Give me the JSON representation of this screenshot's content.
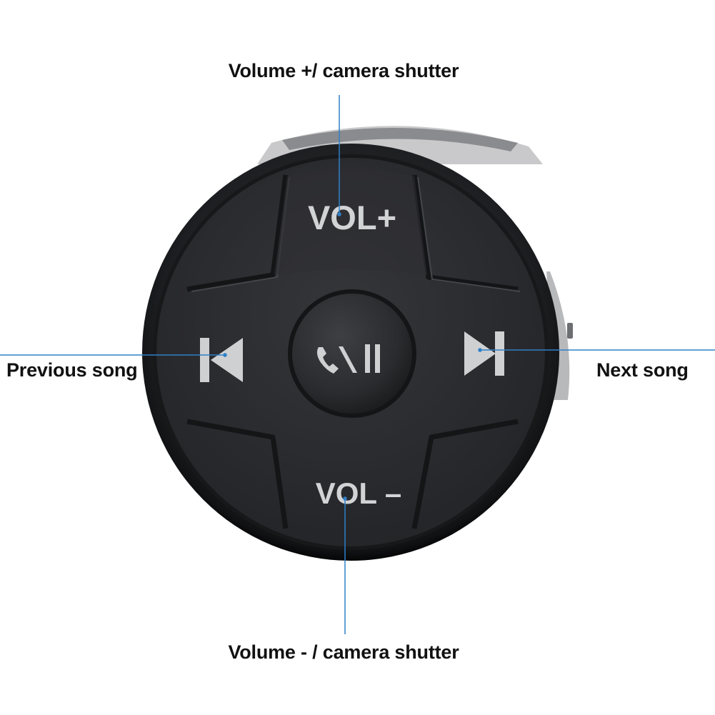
{
  "callouts": {
    "top": "Volume +/ camera shutter",
    "left": "Previous song",
    "right": "Next song",
    "bottom": "Volume - / camera shutter"
  },
  "buttons": {
    "up": "VOL+",
    "down": "VOL –"
  },
  "icons": {
    "left": "previous-track-icon",
    "right": "next-track-icon",
    "center": "phone-play-pause-icon"
  },
  "colors": {
    "background": "#ffffff",
    "device_body": "#1d1e20",
    "button_face": "#2b2c2f",
    "button_label": "#d2d3d5",
    "leader_line": "#2f80c8",
    "callout_text": "#111111"
  }
}
